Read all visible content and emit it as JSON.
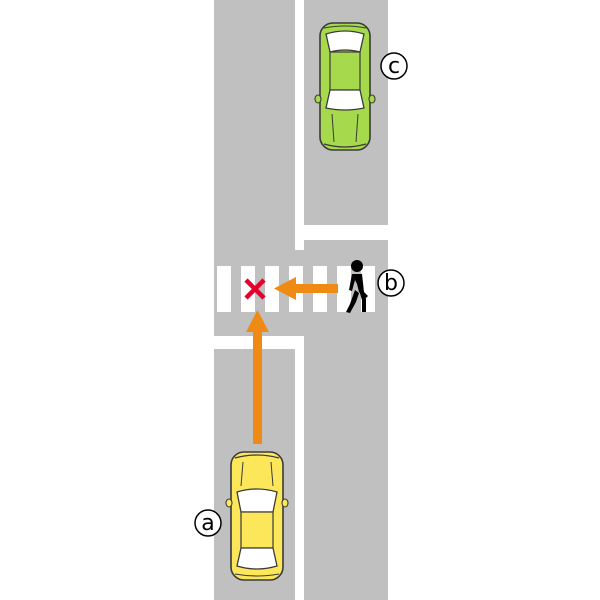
{
  "labels": {
    "car_a": "a",
    "pedestrian": "b",
    "car_c": "c"
  },
  "icons": {
    "collision_point": "x-mark-icon",
    "pedestrian": "walking-person-icon",
    "car_a": "car-icon",
    "car_c": "car-icon"
  },
  "colors": {
    "road": "#c0c0c0",
    "lane_line": "#ffffff",
    "crosswalk": "#ffffff",
    "arrow": "#ef8a14",
    "collision_mark": "#e4002b",
    "car_a": "#fce65a",
    "car_c": "#a7d94c",
    "pedestrian": "#000000"
  }
}
